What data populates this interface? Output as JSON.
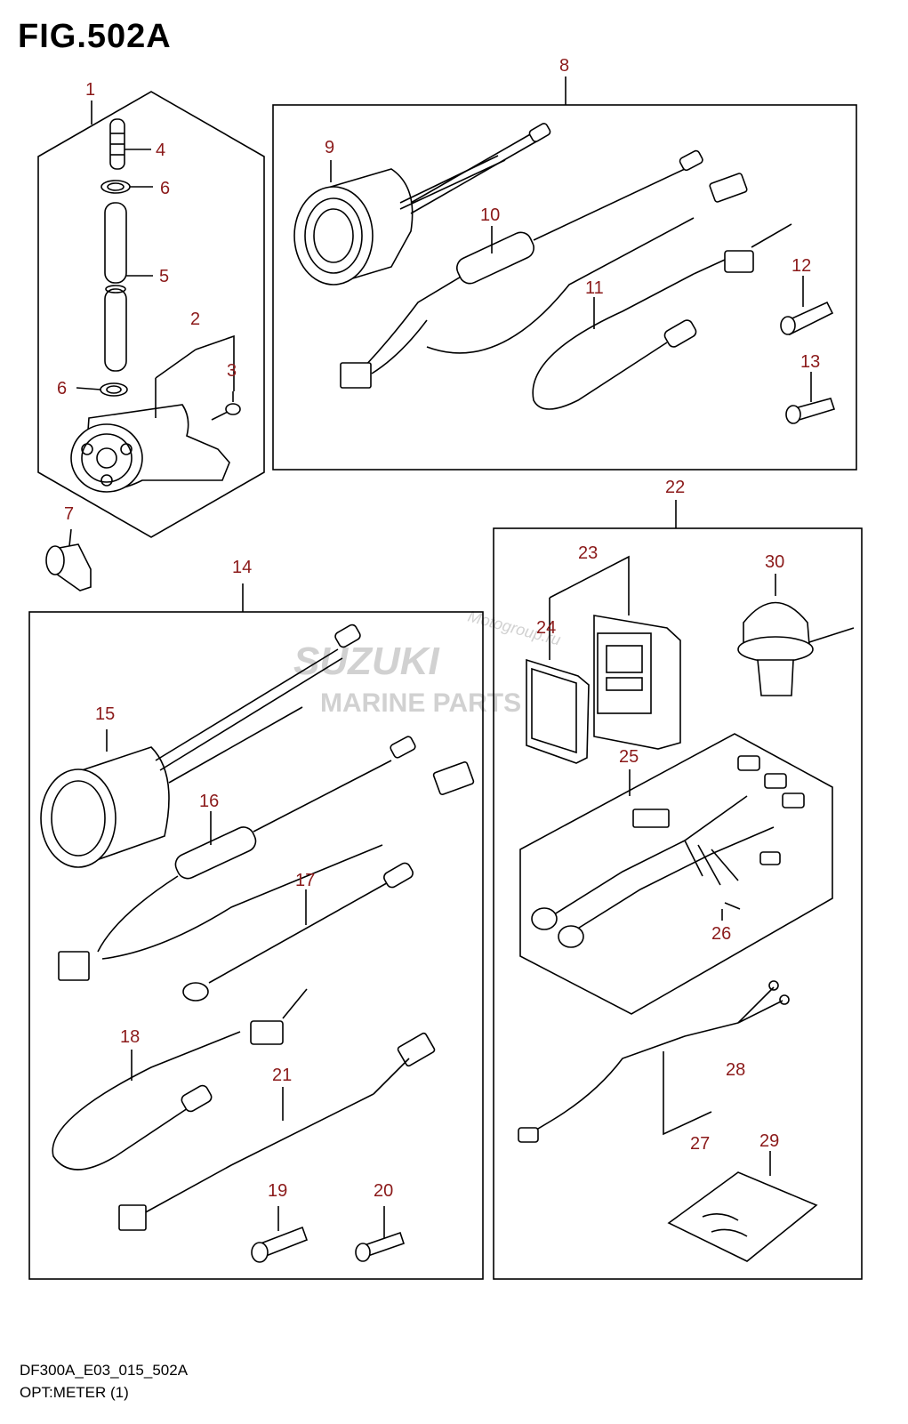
{
  "figure": {
    "title": "FIG.502A",
    "code": "DF300A_E03_015_502A",
    "description": "OPT:METER (1)"
  },
  "watermark": {
    "brand": "SUZUKI",
    "subtitle": "MARINE PARTS",
    "handle": "Motogroup.ru"
  },
  "callouts": [
    "1",
    "2",
    "3",
    "4",
    "5",
    "6",
    "6",
    "7",
    "8",
    "9",
    "10",
    "11",
    "12",
    "13",
    "14",
    "15",
    "16",
    "17",
    "18",
    "19",
    "20",
    "21",
    "22",
    "23",
    "24",
    "25",
    "26",
    "27",
    "28",
    "29",
    "30"
  ]
}
